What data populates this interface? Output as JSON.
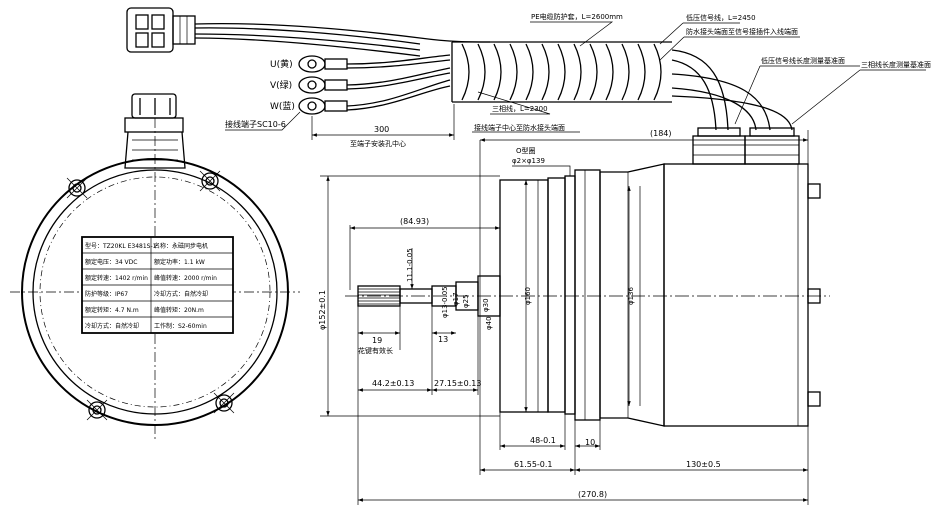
{
  "callouts": {
    "pe_sleeve": "PE电缆防护套，L=2600mm",
    "low_voltage_line": "低压信号线，L=2450",
    "waterproof_joint": "防水接头端面至信号接插件入线端面",
    "low_voltage_ref": "低压信号线长度测量基准面",
    "three_phase_ref": "三相线长度测量基准面",
    "three_phase_line": "三相线，L=2300",
    "terminal_to_joint": "接线端子中心至防水接头端面",
    "terminal_label": "接线端子SC10-6",
    "phase_u": "U(黄)",
    "phase_v": "V(绿)",
    "phase_w": "W(蓝)",
    "dim_300": "300",
    "to_terminal_hole": "至端子安装孔中心",
    "dim_184": "(184)",
    "o_ring": "O型圈",
    "o_ring_size": "φ2×φ139",
    "dim_8493": "(84.93)",
    "dim_keyway": "11.1-0.05",
    "spline_od": "φ13-0.05",
    "dim_17": "φ17",
    "dim_40": "φ40",
    "dim_30": "φ30",
    "dim_25": "φ25",
    "dim_160": "φ160",
    "dim_136": "φ136",
    "dim_152": "φ152±0.1",
    "dim_19": "19",
    "spline_len": "花键有效长",
    "dim_13": "13",
    "dim_442": "44.2±0.13",
    "dim_2715": "27.15±0.13",
    "dim_48": "48-0.1",
    "dim_10": "10",
    "dim_6155": "61.55-0.1",
    "dim_130": "130±0.5",
    "dim_2708": "(270.8)"
  },
  "nameplate": {
    "rows": [
      [
        "型号：TZ20KL E3481S-1",
        "名称：永磁同步电机"
      ],
      [
        "额定电压：34 VDC",
        "额定功率：1.1 kW"
      ],
      [
        "额定转速：1402 r/min",
        "峰值转速：2000 r/min"
      ],
      [
        "防护等级：IP67",
        "冷却方式：自然冷却"
      ],
      [
        "额定转矩：4.7 N.m",
        "峰值转矩：20N.m"
      ],
      [
        "冷却方式：自然冷却",
        "工作制：S2-60min"
      ]
    ]
  }
}
